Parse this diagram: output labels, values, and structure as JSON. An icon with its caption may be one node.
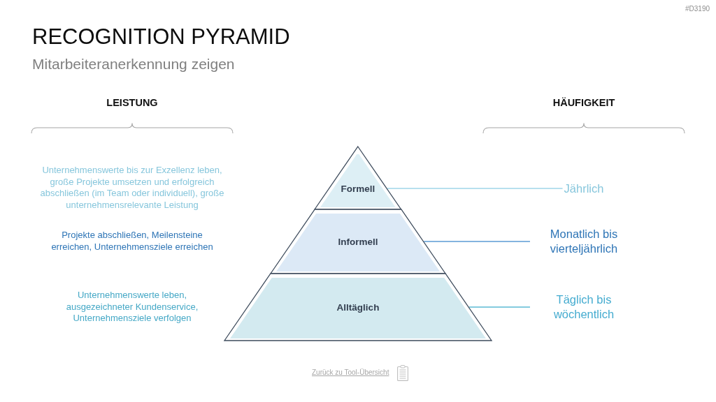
{
  "diagram": {
    "title": "RECOGNITION PYRAMID",
    "nodes": [
      {
        "text": [
          "Formell"
        ]
      },
      {
        "text": [
          "Informell"
        ]
      },
      {
        "text": [
          "Alltäglich"
        ]
      },
      {
        "text": [
          "Jährlich"
        ]
      },
      {
        "text": [
          "Monatlich bis vierteljährlich"
        ]
      },
      {
        "text": [
          "Täglich bis wöchentlich"
        ]
      }
    ],
    "edges": [
      {
        "from": 0,
        "to": 3,
        "arrow": "none",
        "color": "#9fd6e8"
      },
      {
        "from": 1,
        "to": 4,
        "arrow": "none",
        "color": "#5b9bd5"
      },
      {
        "from": 2,
        "to": 5,
        "arrow": "none",
        "color": "#5bbad5"
      }
    ],
    "labels": [
      "#D3190",
      "Mitarbeiteranerkennung zeigen",
      "LEISTUNG",
      "HÄUFIGKEIT",
      "Unternehmenswerte bis zur Exzellenz leben, große Projekte umsetzen und erfolgreich abschließen (im Team oder individuell), große unternehmensrelevante Leistung",
      "Projekte abschließen, Meilensteine erreichen, Unternehmensziele erreichen",
      "Unternehmenswerte leben, ausgezeichneter Kundenservice, Unternehmensziele verfolgen",
      "Zurück zu Tool-Übersicht"
    ]
  }
}
